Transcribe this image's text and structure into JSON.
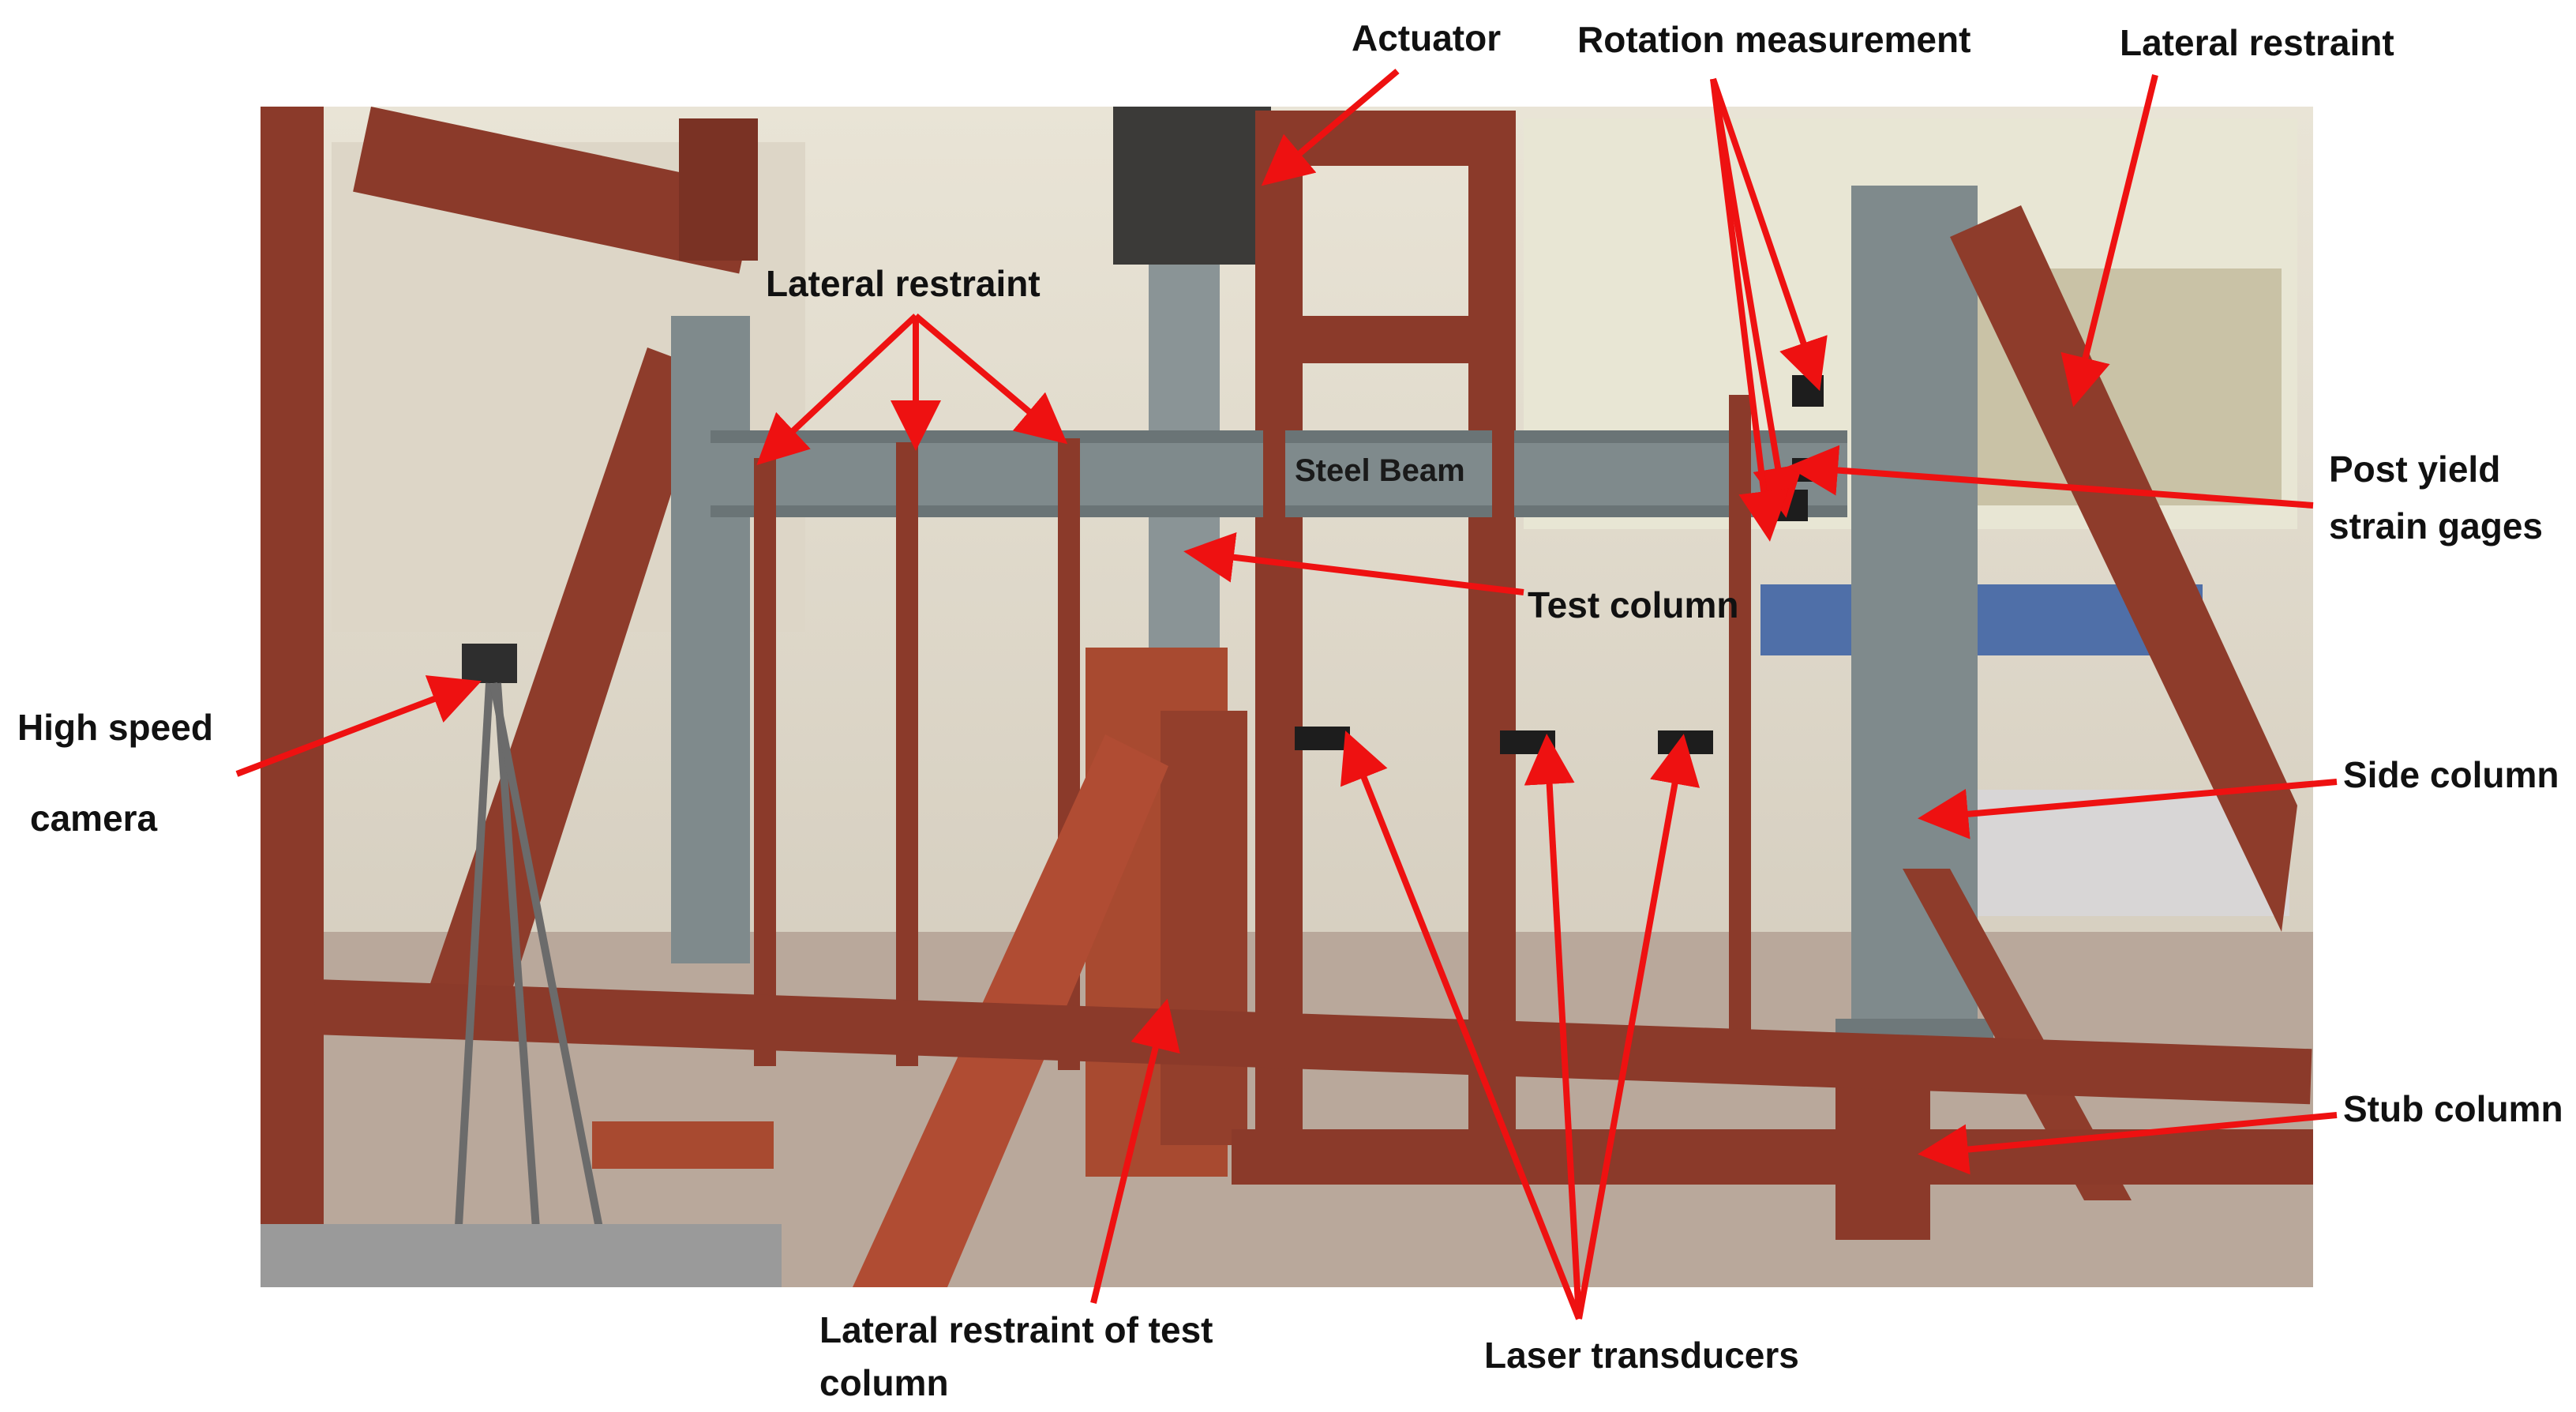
{
  "colors": {
    "arrow": "#ee1111",
    "frame_steel": "#8b3a2a",
    "gray_steel": "#7f8a8c",
    "floor": "#b9a89b",
    "background": "#ffffff"
  },
  "labels": {
    "actuator": "Actuator",
    "rotation_measurement": "Rotation measurement",
    "lateral_restraint_top_right": "Lateral restraint",
    "lateral_restraint_beam": "Lateral restraint",
    "steel_beam": "Steel Beam",
    "test_column": "Test column",
    "post_yield_line1": "Post yield",
    "post_yield_line2": "strain gages",
    "high_speed_line1": "High speed",
    "high_speed_line2": "camera",
    "side_column": "Side column",
    "stub_column": "Stub column",
    "lateral_restraint_test_col_line1": "Lateral restraint of test",
    "lateral_restraint_test_col_line2": "column",
    "laser_transducers": "Laser transducers"
  }
}
